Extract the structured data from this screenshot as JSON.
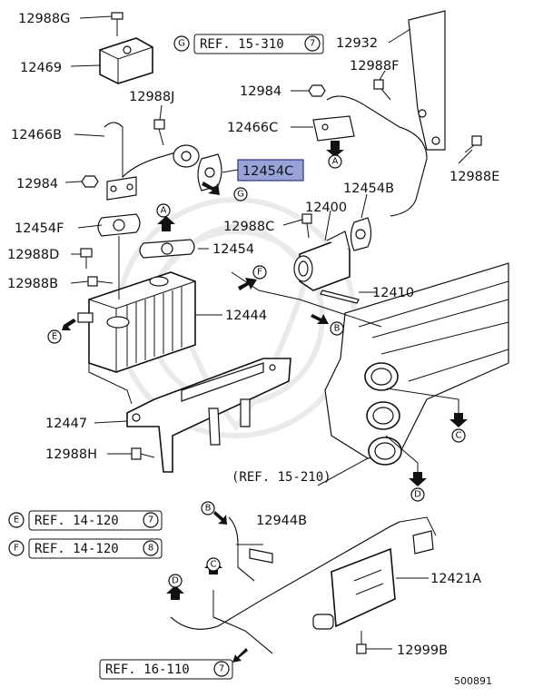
{
  "parts": {
    "p12988G": "12988G",
    "p12469": "12469",
    "p12988J": "12988J",
    "p12466B": "12466B",
    "p12984a": "12984",
    "p12454F": "12454F",
    "p12988D": "12988D",
    "p12988B": "12988B",
    "p12454": "12454",
    "p12444": "12444",
    "p12447": "12447",
    "p12988H": "12988H",
    "p12984b": "12984",
    "p12466C": "12466C",
    "p12454C": "12454C",
    "p12988C": "12988C",
    "p12400": "12400",
    "p12454B": "12454B",
    "p12932": "12932",
    "p12988F": "12988F",
    "p12988E": "12988E",
    "p12410": "12410",
    "p12944B": "12944B",
    "p12421A": "12421A",
    "p12999B": "12999B"
  },
  "refs": {
    "ref_top": "REF. 15-310",
    "ref_top_num": "7",
    "ref_top_letter": "G",
    "ref_mid": "(REF. 15-210)",
    "ref_e": "REF. 14-120",
    "ref_e_num": "7",
    "ref_e_letter": "E",
    "ref_f": "REF. 14-120",
    "ref_f_num": "8",
    "ref_f_letter": "F",
    "ref_bottom": "REF. 16-110",
    "ref_bottom_num": "7"
  },
  "markers": {
    "A": "A",
    "B": "B",
    "C": "C",
    "D": "D",
    "E": "E",
    "F": "F",
    "G": "G"
  },
  "diagram_id": "500891",
  "highlight_color": "#9aa3d8"
}
